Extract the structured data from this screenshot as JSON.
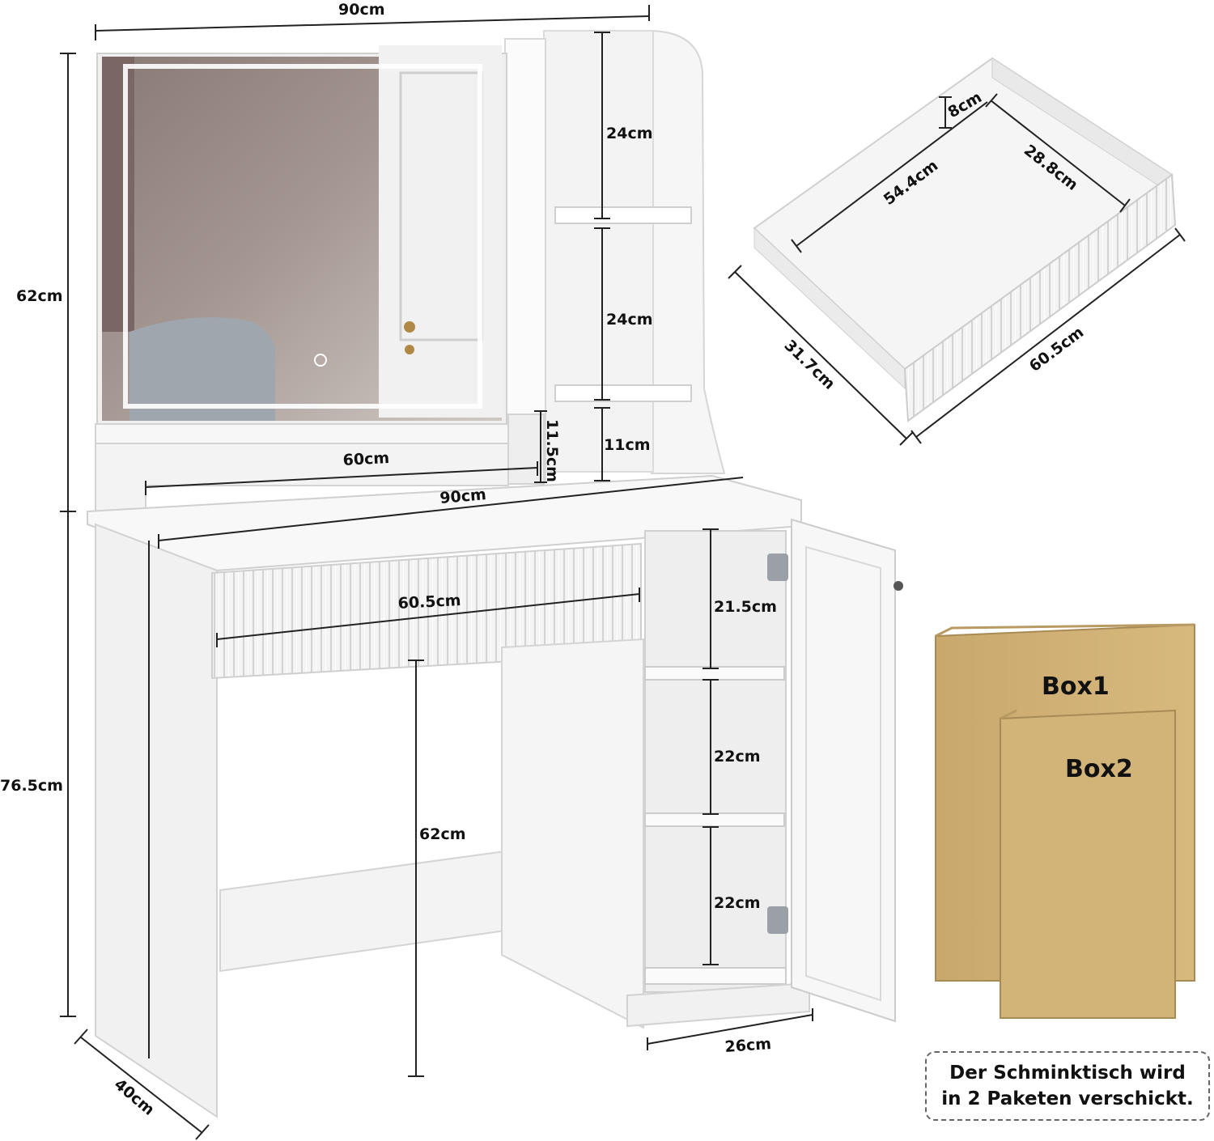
{
  "dimensions": {
    "mirror_width": "90cm",
    "mirror_height": "62cm",
    "shelf_top": "24cm",
    "shelf_middle": "24cm",
    "shelf_bottom": "11cm",
    "niche_height": "11.5cm",
    "niche_width": "60cm",
    "desk_width": "90cm",
    "desk_height": "76.5cm",
    "desk_depth": "40cm",
    "leg_clearance": "62cm",
    "drawer_front_width": "60.5cm",
    "cabinet_shelf_1": "21.5cm",
    "cabinet_shelf_2": "22cm",
    "cabinet_shelf_3": "22cm",
    "cabinet_width": "26cm",
    "drawer_inner_depth": "8cm",
    "drawer_inner_length": "54.4cm",
    "drawer_inner_width": "28.8cm",
    "drawer_outer_depth": "31.7cm",
    "drawer_outer_length": "60.5cm"
  },
  "boxes": {
    "box1": "Box1",
    "box2": "Box2"
  },
  "note": {
    "line1": "Der Schminktisch wird",
    "line2": "in 2 Paketen verschickt."
  }
}
